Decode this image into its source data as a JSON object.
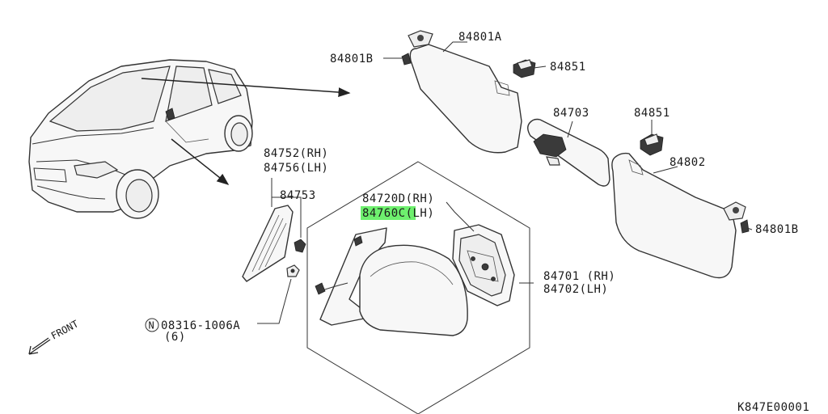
{
  "diagram_code": "K847E00001",
  "front_label": "FRONT",
  "labels": {
    "p84801B_top": "84801B",
    "p84801A": "84801A",
    "p84851_top": "84851",
    "p84703": "84703",
    "p84851_right": "84851",
    "p84802": "84802",
    "p84801B_right": "84801B",
    "p84752": "84752(RH)",
    "p84756": "84756(LH)",
    "p84753": "84753",
    "p84720D": "84720D(RH)",
    "p84760C": "84760C(LH)",
    "p84701": "84701 (RH)",
    "p84702": "84702(LH)",
    "p08316": "08316-1006A",
    "p08316_qty": "(6)",
    "n_symbol": "N"
  },
  "colors": {
    "highlight": "#6ef06e",
    "line": "#333333",
    "part_fill": "#f7f7f7"
  },
  "highlighted_part": "84760C(LH)"
}
